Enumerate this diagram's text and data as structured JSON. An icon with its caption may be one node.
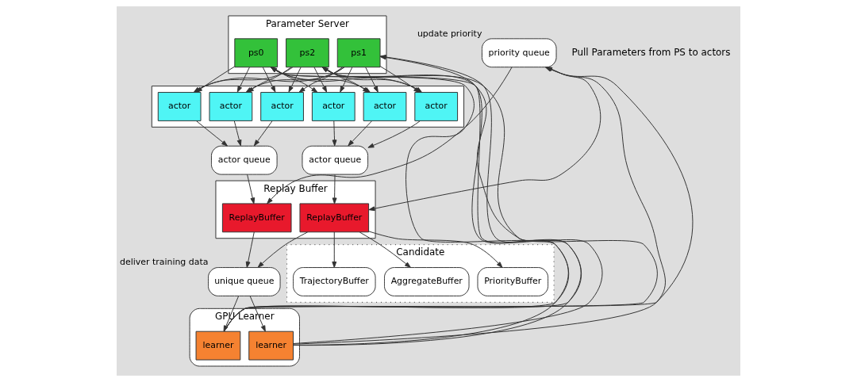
{
  "diagram": {
    "nodes": [
      {
        "text": [
          "Parameter Server"
        ]
      },
      {
        "text": [
          "ps0"
        ],
        "in": 0
      },
      {
        "text": [
          "ps1"
        ],
        "in": 0
      },
      {
        "text": [
          "ps2"
        ],
        "in": 0
      },
      {
        "text": [],
        "shape": "box"
      },
      {
        "text": [
          "actor"
        ],
        "in": 4
      },
      {
        "text": [
          "actor"
        ],
        "in": 4
      },
      {
        "text": [
          "actor"
        ],
        "in": 4
      },
      {
        "text": [
          "actor"
        ],
        "in": 4
      },
      {
        "text": [
          "actor"
        ],
        "in": 4
      },
      {
        "text": [
          "actor"
        ],
        "in": 4
      },
      {
        "text": [
          "actor queue"
        ]
      },
      {
        "text": [
          "actor queue"
        ]
      },
      {
        "text": [
          "Replay Buffer"
        ]
      },
      {
        "text": [
          "ReplayBuffer"
        ],
        "in": 13
      },
      {
        "text": [
          "ReplayBuffer"
        ],
        "in": 13
      },
      {
        "text": [
          "priority queue"
        ],
        "beside": [
          "update priority"
        ]
      },
      {
        "text": [
          "unique queue"
        ],
        "beside": [
          "deliver training data"
        ]
      },
      {
        "text": [
          "GPU Learner"
        ]
      },
      {
        "text": [
          "learner"
        ],
        "in": 18
      },
      {
        "text": [
          "learner"
        ],
        "in": 18
      },
      {
        "text": [
          "Candidate"
        ]
      },
      {
        "text": [
          "PriorityBuffer"
        ],
        "in": 21
      },
      {
        "text": [
          "AggregateBuffer"
        ],
        "in": 21
      },
      {
        "text": [
          "TrajectoryBuffer"
        ],
        "in": 21
      }
    ],
    "edges": [
      {
        "from": 19,
        "to": 1,
        "arrow": "to"
      },
      {
        "from": 19,
        "to": 2,
        "arrow": "to"
      },
      {
        "from": 19,
        "to": 3,
        "arrow": "to"
      },
      {
        "from": 20,
        "to": 1,
        "arrow": "to"
      },
      {
        "from": 20,
        "to": 2,
        "arrow": "to"
      },
      {
        "from": 20,
        "to": 3,
        "arrow": "to"
      },
      {
        "from": 1,
        "to": 5,
        "arrow": "to"
      },
      {
        "from": 1,
        "to": 6,
        "arrow": "to"
      },
      {
        "from": 1,
        "to": 7,
        "arrow": "to"
      },
      {
        "from": 1,
        "to": 8,
        "arrow": "to"
      },
      {
        "from": 1,
        "to": 9,
        "arrow": "to"
      },
      {
        "from": 1,
        "to": 10,
        "arrow": "to"
      },
      {
        "from": 2,
        "to": 5,
        "arrow": "to"
      },
      {
        "from": 2,
        "to": 6,
        "arrow": "to"
      },
      {
        "from": 2,
        "to": 7,
        "arrow": "to"
      },
      {
        "from": 2,
        "to": 8,
        "arrow": "to"
      },
      {
        "from": 2,
        "to": 9,
        "arrow": "to"
      },
      {
        "from": 2,
        "to": 10,
        "arrow": "to"
      },
      {
        "from": 3,
        "to": 5,
        "arrow": "to"
      },
      {
        "from": 3,
        "to": 6,
        "arrow": "to"
      },
      {
        "from": 3,
        "to": 7,
        "arrow": "to"
      },
      {
        "from": 3,
        "to": 8,
        "arrow": "to"
      },
      {
        "from": 3,
        "to": 9,
        "arrow": "to"
      },
      {
        "from": 3,
        "to": 10,
        "arrow": "to"
      },
      {
        "from": 5,
        "to": 11,
        "arrow": "to"
      },
      {
        "from": 6,
        "to": 11,
        "arrow": "to"
      },
      {
        "from": 7,
        "to": 11,
        "arrow": "to"
      },
      {
        "from": 8,
        "to": 12,
        "arrow": "to"
      },
      {
        "from": 9,
        "to": 12,
        "arrow": "to"
      },
      {
        "from": 10,
        "to": 12,
        "arrow": "to"
      },
      {
        "from": 11,
        "to": 14,
        "arrow": "to"
      },
      {
        "from": 12,
        "to": 15,
        "arrow": "to"
      },
      {
        "from": 19,
        "to": 16,
        "arrow": "to"
      },
      {
        "from": 20,
        "to": 16,
        "arrow": "to"
      },
      {
        "from": 16,
        "to": 14,
        "arrow": "to"
      },
      {
        "from": 16,
        "to": 15,
        "arrow": "to"
      },
      {
        "from": 14,
        "to": 17,
        "arrow": "to"
      },
      {
        "from": 15,
        "to": 17,
        "arrow": "to"
      },
      {
        "from": 17,
        "to": 19,
        "arrow": "to"
      },
      {
        "from": 17,
        "to": 20,
        "arrow": "to"
      },
      {
        "from": 15,
        "to": 22,
        "arrow": "to"
      },
      {
        "from": 15,
        "to": 23,
        "arrow": "to"
      },
      {
        "from": 15,
        "to": 24,
        "arrow": "to"
      }
    ],
    "labels": [
      "Pull Parameters from PS to actors"
    ]
  }
}
